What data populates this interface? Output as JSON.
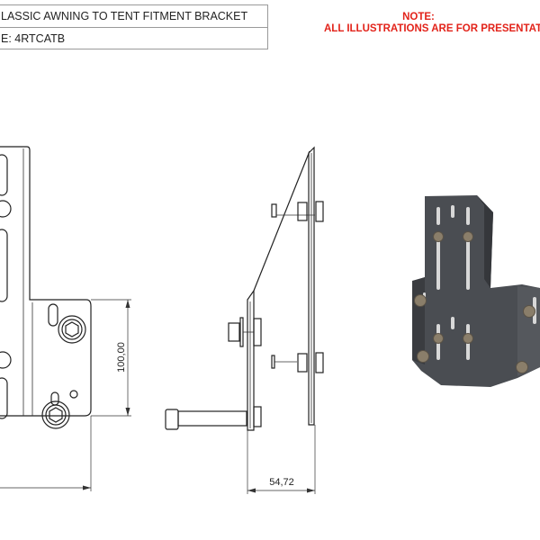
{
  "title_block": {
    "title": "LASSIC AWNING TO TENT FITMENT BRACKET",
    "code": "E: 4RTCATB"
  },
  "note": {
    "heading": "NOTE:",
    "text": "ALL ILLUSTRATIONS ARE FOR PRESENTAT"
  },
  "dimensions": {
    "front_height": "100,00",
    "side_depth": "54,72"
  },
  "colors": {
    "note": "#e2231a",
    "render_plate": "#4a4d52"
  }
}
